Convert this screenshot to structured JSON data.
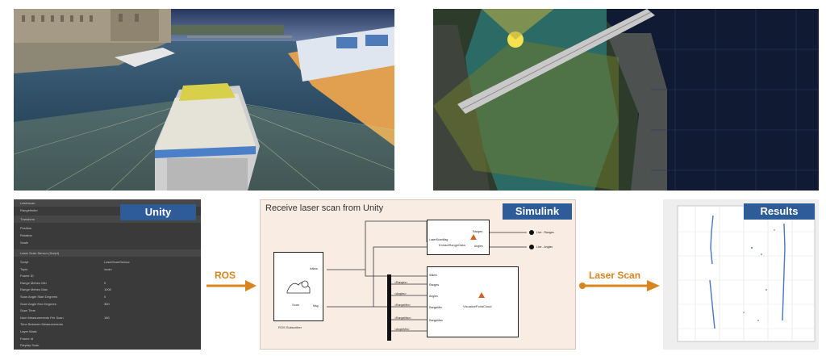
{
  "unity": {
    "badge": "Unity",
    "header_rows": [
      "Laserscan",
      "Rangefinder",
      "Transform"
    ],
    "transform_rows": [
      {
        "label": "Position",
        "value": ""
      },
      {
        "label": "Rotation",
        "value": ""
      },
      {
        "label": "Scale",
        "value": ""
      }
    ],
    "component_title": "Laser Scan Sensor (Script)",
    "component_rows": [
      {
        "label": "Script",
        "value": "LaserScanSensor"
      },
      {
        "label": "Topic",
        "value": "/scan"
      },
      {
        "label": "Frame ID",
        "value": ""
      },
      {
        "label": "Range Metres Min",
        "value": "0"
      },
      {
        "label": "Range Metres Max",
        "value": "1000"
      },
      {
        "label": "Scan Angle Start Degrees",
        "value": "0"
      },
      {
        "label": "Scan Angle End Degrees",
        "value": "360"
      },
      {
        "label": "Scan Time",
        "value": ""
      },
      {
        "label": "Num Measurements Per Scan",
        "value": "180"
      },
      {
        "label": "Time Between Measurements",
        "value": ""
      },
      {
        "label": "Layer Mask",
        "value": ""
      },
      {
        "label": "Frame Id",
        "value": ""
      },
      {
        "label": "Display Scan",
        "value": ""
      }
    ]
  },
  "ros_label": "ROS",
  "simulink": {
    "title": "Receive laser scan from Unity",
    "badge": "Simulink",
    "subsystem_label": "ROS Subscriber",
    "subsystem_inner": "Scan",
    "outputs": [
      "IsNew",
      "Msg"
    ],
    "extract_block": "ExtractRangeData",
    "extract_in": "LaserScanMsg",
    "extract_outs": [
      "Ranges",
      "Angles"
    ],
    "visualize_block": "VisualizePointCloud",
    "visualize_ins": [
      "IsNew",
      "Ranges",
      "Angles",
      "RangeMin",
      "RangeMax"
    ],
    "bus_labels": [
      "<Ranges>",
      "<Angles>",
      "<RangeMin>",
      "<RangeMax>",
      "<AngleMin>"
    ],
    "scopes": [
      "Live - Ranges",
      "Live - Angles"
    ]
  },
  "laser_scan_label": "Laser Scan",
  "results": {
    "badge": "Results"
  },
  "colors": {
    "badge": "#2e5c99",
    "arrow": "#d8841f",
    "simulink_bg": "#f9ece3",
    "unity_bg": "#3a3a3a"
  }
}
